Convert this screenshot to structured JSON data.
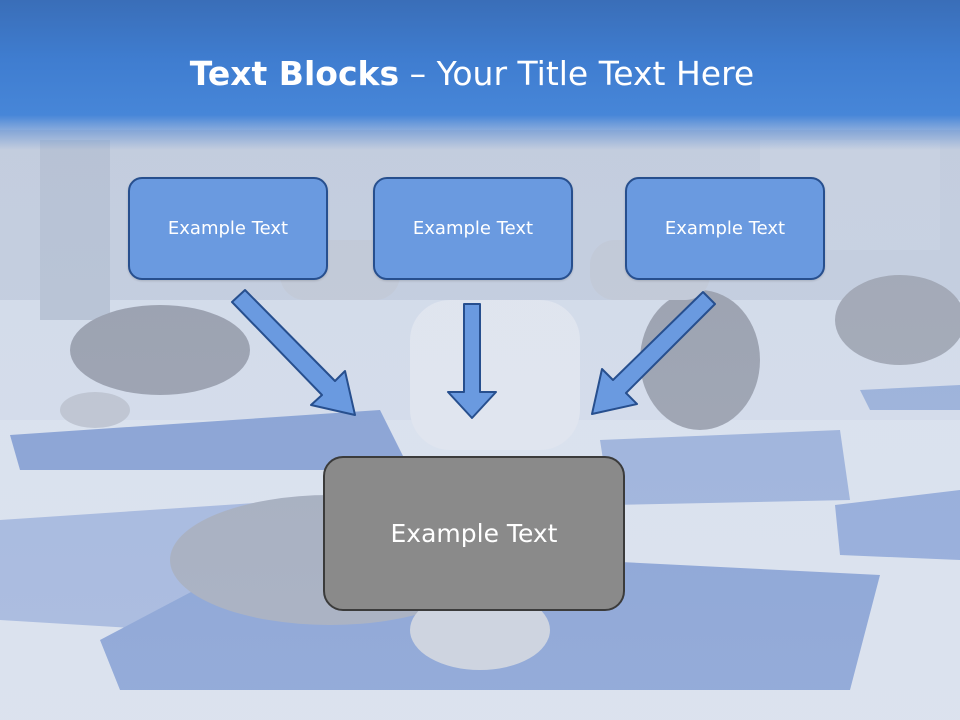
{
  "slide": {
    "title_bold": "Text Blocks",
    "title_dash": " – ",
    "title_rest": "Your Title Text Here"
  },
  "blocks": {
    "left": "Example Text",
    "center": "Example Text",
    "right": "Example Text",
    "bottom": "Example Text"
  },
  "colors": {
    "title_bar": "#3f7dd0",
    "box_fill": "#6a9ae0",
    "box_border": "#274f8e",
    "bottom_fill": "#8a8a8a",
    "arrow_fill": "#6a9ae0"
  }
}
